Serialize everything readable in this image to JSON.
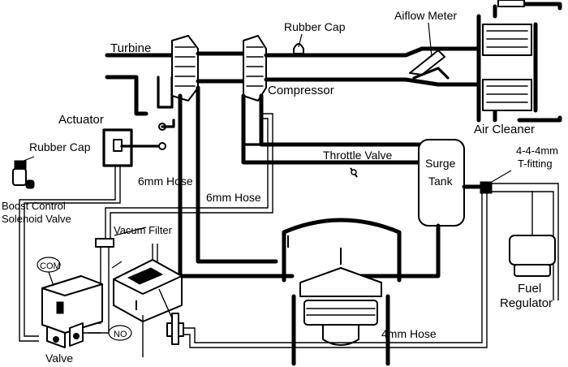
{
  "labels": {
    "turbine": "Turbine",
    "rubber_cap_top": "Rubber Cap",
    "airflow_meter": "Aiflow Meter",
    "compressor": "Compressor",
    "actuator": "Actuator",
    "air_cleaner": "Air Cleaner",
    "rubber_cap_left": "Rubber Cap",
    "throttle_valve": "Throttle Valve",
    "surge_tank_line1": "Surge",
    "surge_tank_line2": "Tank",
    "t_fitting_line1": "4-4-4mm",
    "t_fitting_line2": "T-fitting",
    "hose_6mm_a": "6mm Hose",
    "hose_6mm_b": "6mm Hose",
    "boost_line1": "Boost Control",
    "boost_line2": "Solenoid Valve",
    "vacum_filter": "Vacum Filter",
    "com": "COM",
    "no": "NO",
    "fuel_line1": "Fuel",
    "fuel_line2": "Regulator",
    "hose_4mm": "4mm Hose",
    "valve": "Valve"
  },
  "colors": {
    "ink": "#000000",
    "background": "#ffffff"
  }
}
